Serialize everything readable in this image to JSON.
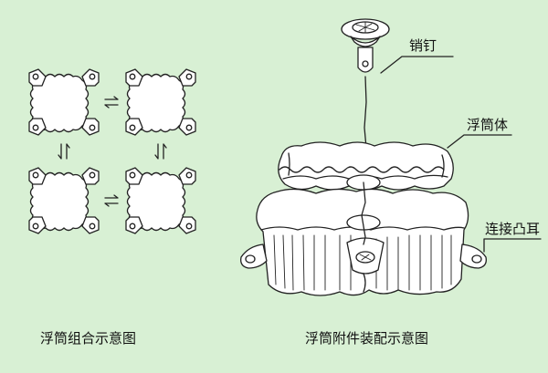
{
  "figure": {
    "left_caption": "浮筒组合示意图",
    "right_caption": "浮筒附件装配示意图",
    "labels": {
      "pin": "销钉",
      "float_body": "浮筒体",
      "lug": "连接凸耳"
    }
  },
  "colors": {
    "background": "#d8f0d4",
    "line": "#222222",
    "body": "#ffffff"
  }
}
